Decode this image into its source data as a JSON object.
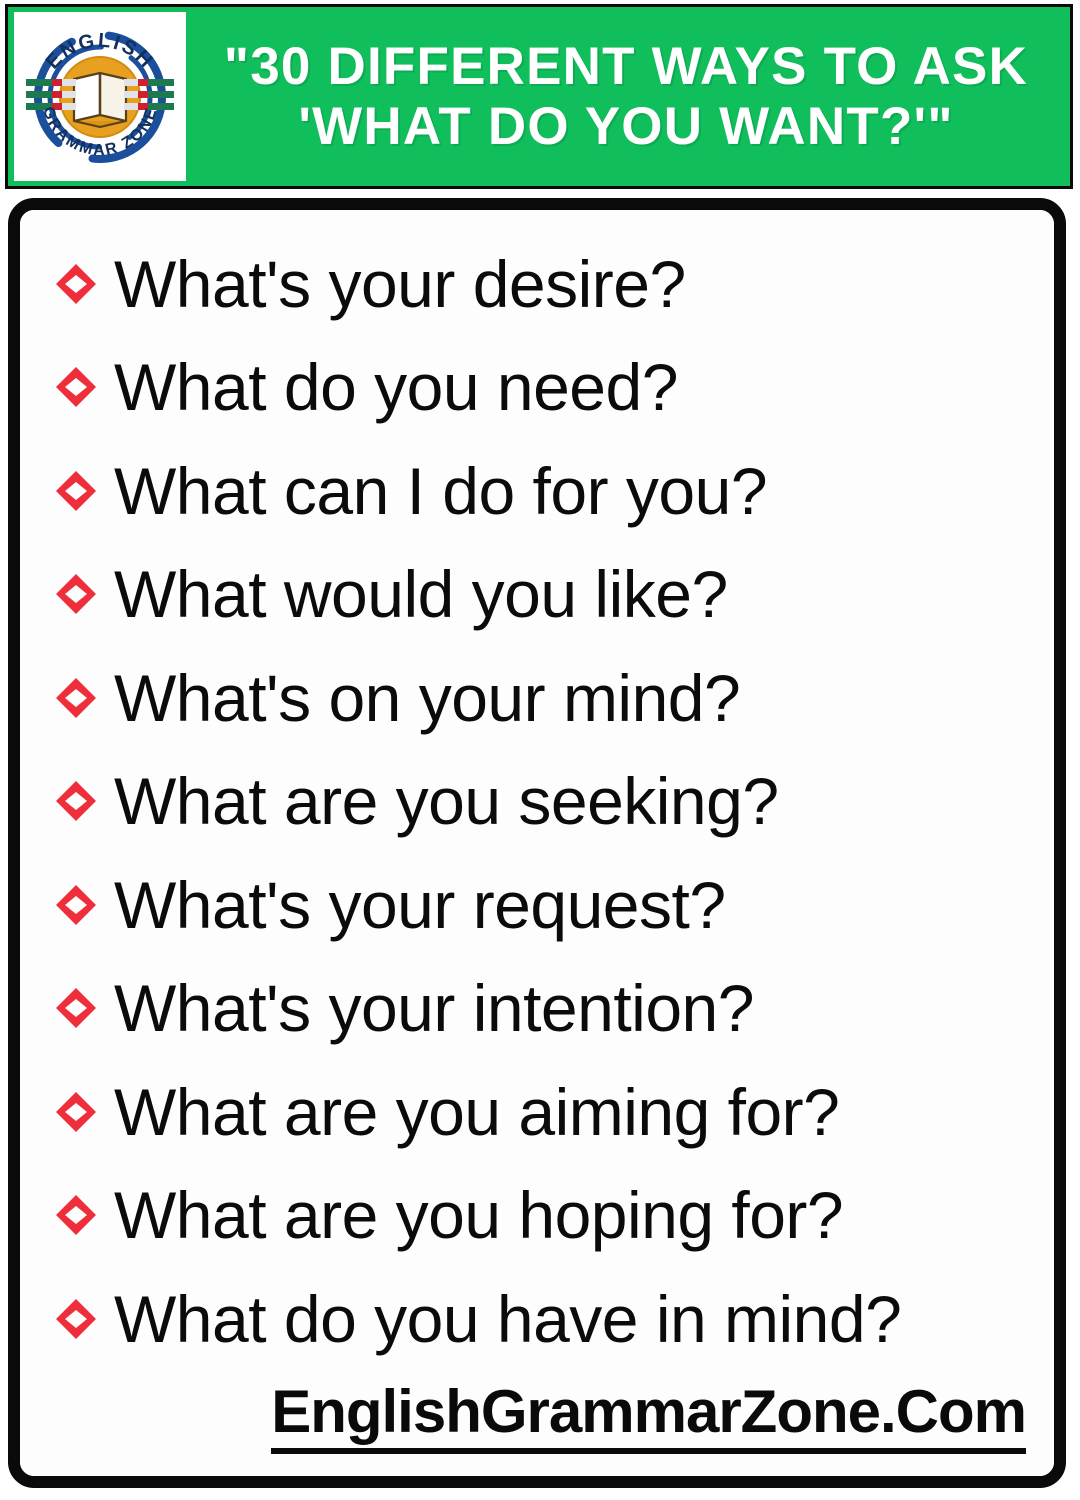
{
  "header": {
    "background_color": "#10be5c",
    "title_line_1": "\"30 DIFFERENT WAYS TO ASK",
    "title_line_2": "'WHAT DO YOU WANT?'\"",
    "logo": {
      "top_arc_text": "ENGLISH",
      "bottom_arc_text": "GRAMMAR ZONE",
      "icon_name": "open-book-icon",
      "ring_color": "#1b4f9c",
      "disc_color": "#e8a020"
    }
  },
  "card": {
    "border_color": "#0a0a0a",
    "background_color": "#ffffff",
    "bullet": {
      "icon_name": "red-diamond-bullet-icon",
      "color": "#ee2f3b"
    },
    "items": [
      {
        "text": "What's your desire?"
      },
      {
        "text": "What do you need?"
      },
      {
        "text": "What can I do for you?"
      },
      {
        "text": "What would you like?"
      },
      {
        "text": "What's on your mind?"
      },
      {
        "text": "What are you seeking?"
      },
      {
        "text": "What's your request?"
      },
      {
        "text": "What's your intention?"
      },
      {
        "text": "What are you aiming for?"
      },
      {
        "text": "What are you hoping for?"
      },
      {
        "text": "What do you have in mind?"
      }
    ]
  },
  "footer": {
    "website": "EnglishGrammarZone.Com"
  }
}
